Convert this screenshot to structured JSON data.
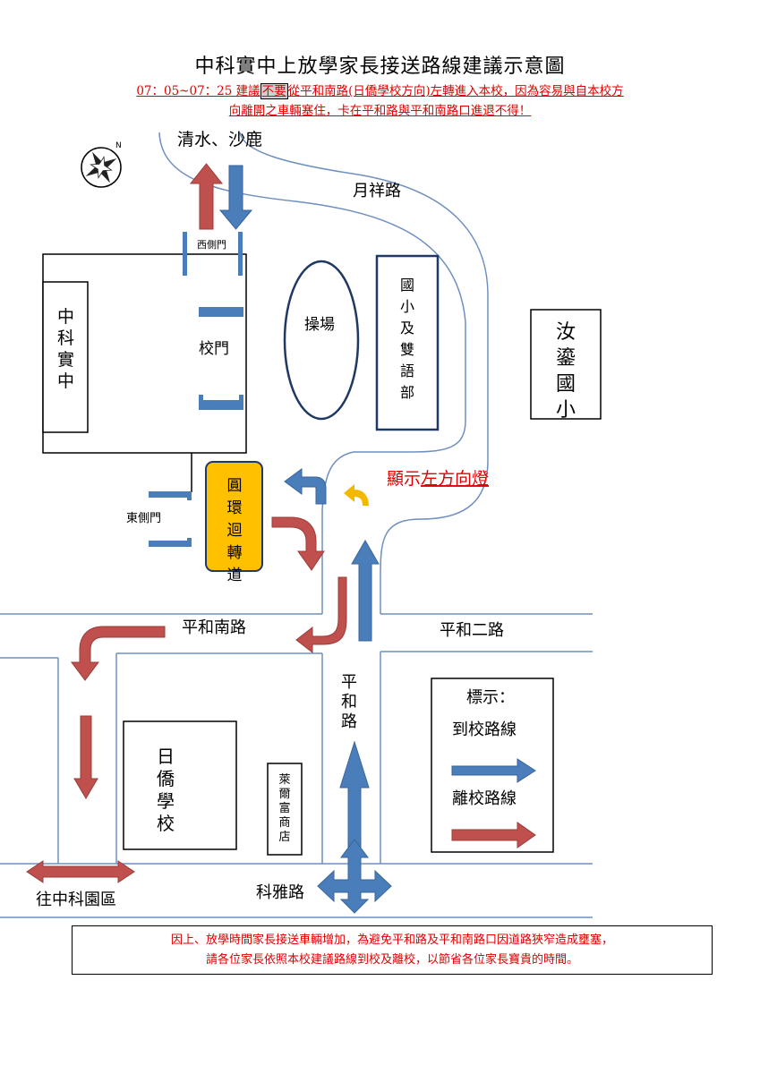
{
  "title": "中科實中上放學家長接送路線建議示意圖",
  "warning": {
    "part1": "07：05~07：25 建議",
    "highlight": "不要",
    "part2": "從平和南路(日僑學校方向)左轉進入本校，因為容易與自本校方",
    "line2": "向離開之車輛塞住，卡在平和路與平和南路口進退不得！"
  },
  "labels": {
    "qingshui": "清水、沙鹿",
    "yuexiang_road": "月祥路",
    "west_gate": "西側門",
    "school_gate": "校門",
    "school_name": "中科實中",
    "playground": "操場",
    "elementary_dept": "國小及雙語部",
    "wenbin_elementary": "汝鎏國小",
    "left_signal_prefix": "顯示",
    "left_signal_emph": "左方向燈",
    "east_gate": "東側門",
    "loop_road": "圓環迴轉道",
    "pinghe_south_road": "平和南路",
    "pinghe_2nd_road": "平和二路",
    "pinghe_road": "平和路",
    "japanese_school": "日僑學校",
    "shop": "萊爾富商店",
    "keya_road": "科雅路",
    "to_science_park": "往中科園區"
  },
  "legend": {
    "title": "標示：",
    "arrive": "到校路線",
    "leave": "離校路線"
  },
  "notice": {
    "line1": "因上、放學時間家長接送車輛增加，為避免平和路及平和南路口因道路狹窄造成壅塞，",
    "line2": "請各位家長依照本校建議路線到校及離校，以節省各位家長寶貴的時間。"
  },
  "colors": {
    "arrive_blue": "#4a7ebb",
    "leave_red": "#c0504d",
    "road_line": "#6f8fc0",
    "loop_fill": "#ffc000",
    "signal_yellow": "#f5b800",
    "warning_red": "#e00000",
    "box_navy": "#1f3864"
  }
}
